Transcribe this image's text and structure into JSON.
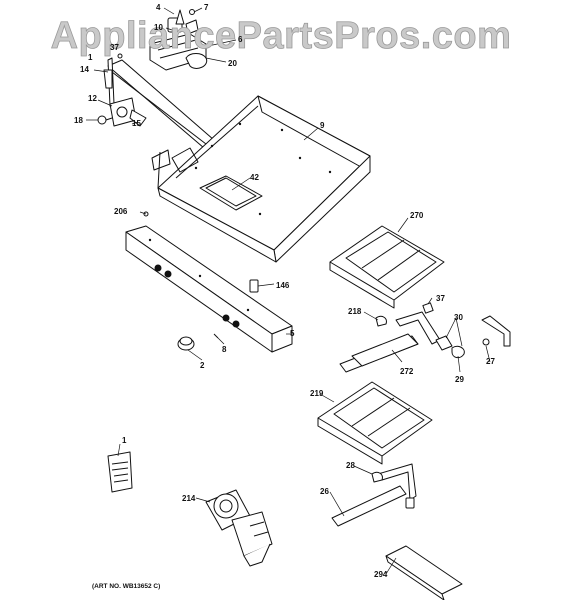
{
  "watermark": "AppliancePartsPros.com",
  "art_number": "(ART NO. WB13652 C)",
  "callouts": {
    "c4": "4",
    "c7": "7",
    "c10": "10",
    "c6": "6",
    "c37a": "37",
    "c1a": "1",
    "c20": "20",
    "c14": "14",
    "c12": "12",
    "c18": "18",
    "c15": "15",
    "c9": "9",
    "c42": "42",
    "c206": "206",
    "c270": "270",
    "c146": "146",
    "c37b": "37",
    "c218": "218",
    "c30": "30",
    "c5": "5",
    "c8": "8",
    "c2": "2",
    "c272": "272",
    "c29": "29",
    "c27": "27",
    "c219": "219",
    "c1b": "1",
    "c28": "28",
    "c26": "26",
    "c214": "214",
    "c294": "294"
  }
}
